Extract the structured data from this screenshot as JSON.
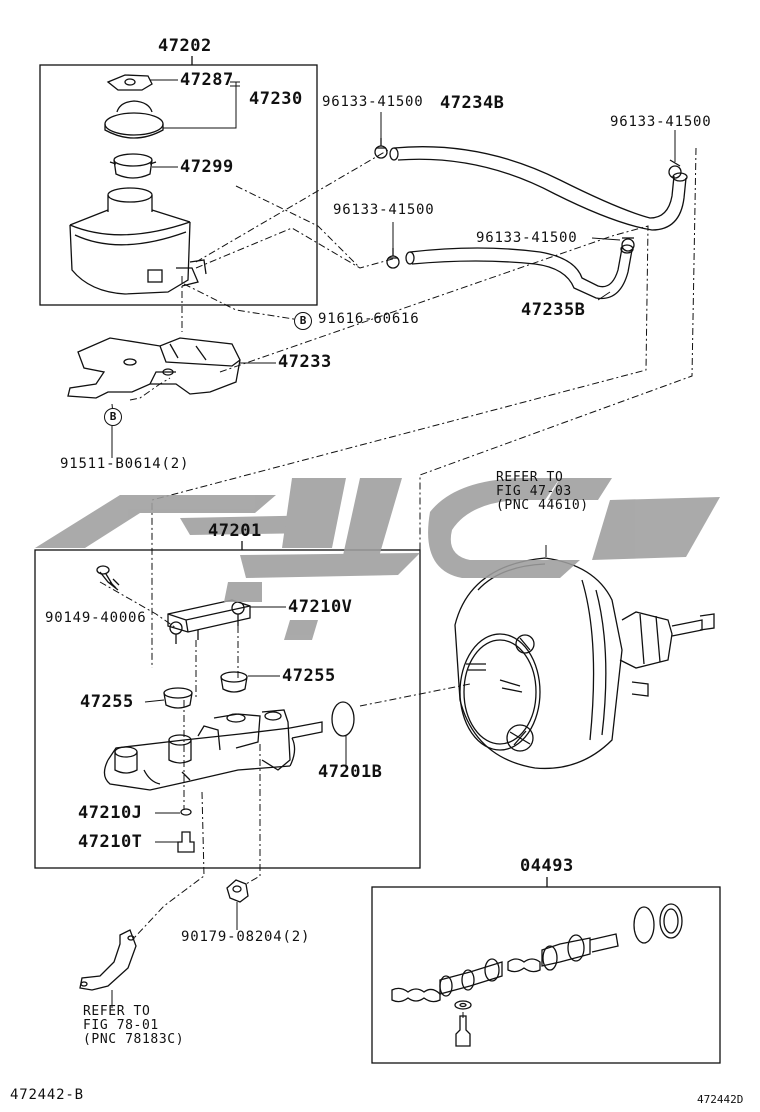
{
  "diagram": {
    "footer_left": "472442-B",
    "footer_right": "472442D",
    "watermark_color": "#9e9e9e",
    "labels": {
      "p47202": "47202",
      "p47287": "47287",
      "p47230": "47230",
      "p47299": "47299",
      "clip_top_left": "96133-41500",
      "hose_upper": "47234B",
      "clip_top_right": "96133-41500",
      "clip_mid_left": "96133-41500",
      "clip_mid_right": "96133-41500",
      "hose_lower": "47235B",
      "bolt_upper": "91616-60616",
      "bracket": "47233",
      "bolt_lower": "91511-B0614(2)",
      "p47201": "47201",
      "screw": "90149-40006",
      "p47210v": "47210V",
      "grommet_right": "47255",
      "grommet_left": "47255",
      "p47201b": "47201B",
      "p47210j": "47210J",
      "p47210t": "47210T",
      "nut": "90179-08204(2)",
      "kit": "04493",
      "bolt_symbol": "B"
    },
    "refs": {
      "booster": [
        "REFER TO",
        "FIG 47-03",
        "(PNC 44610)"
      ],
      "bracket": [
        "REFER TO",
        "FIG 78-01",
        "(PNC 78183C)"
      ]
    }
  }
}
